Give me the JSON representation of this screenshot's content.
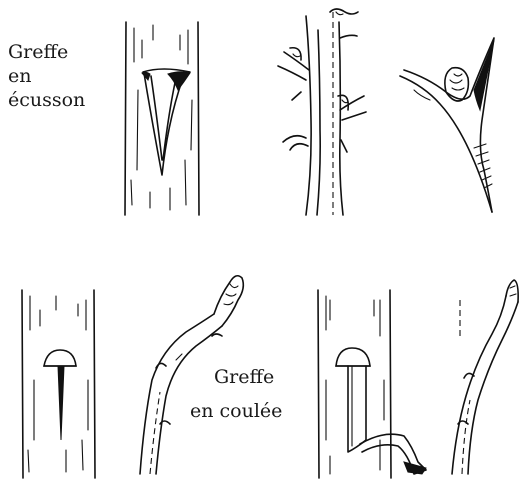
{
  "labels": {
    "top": [
      "Greffe",
      "en",
      "écusson"
    ],
    "bottom": [
      "Greffe",
      "en coulée"
    ]
  }
}
